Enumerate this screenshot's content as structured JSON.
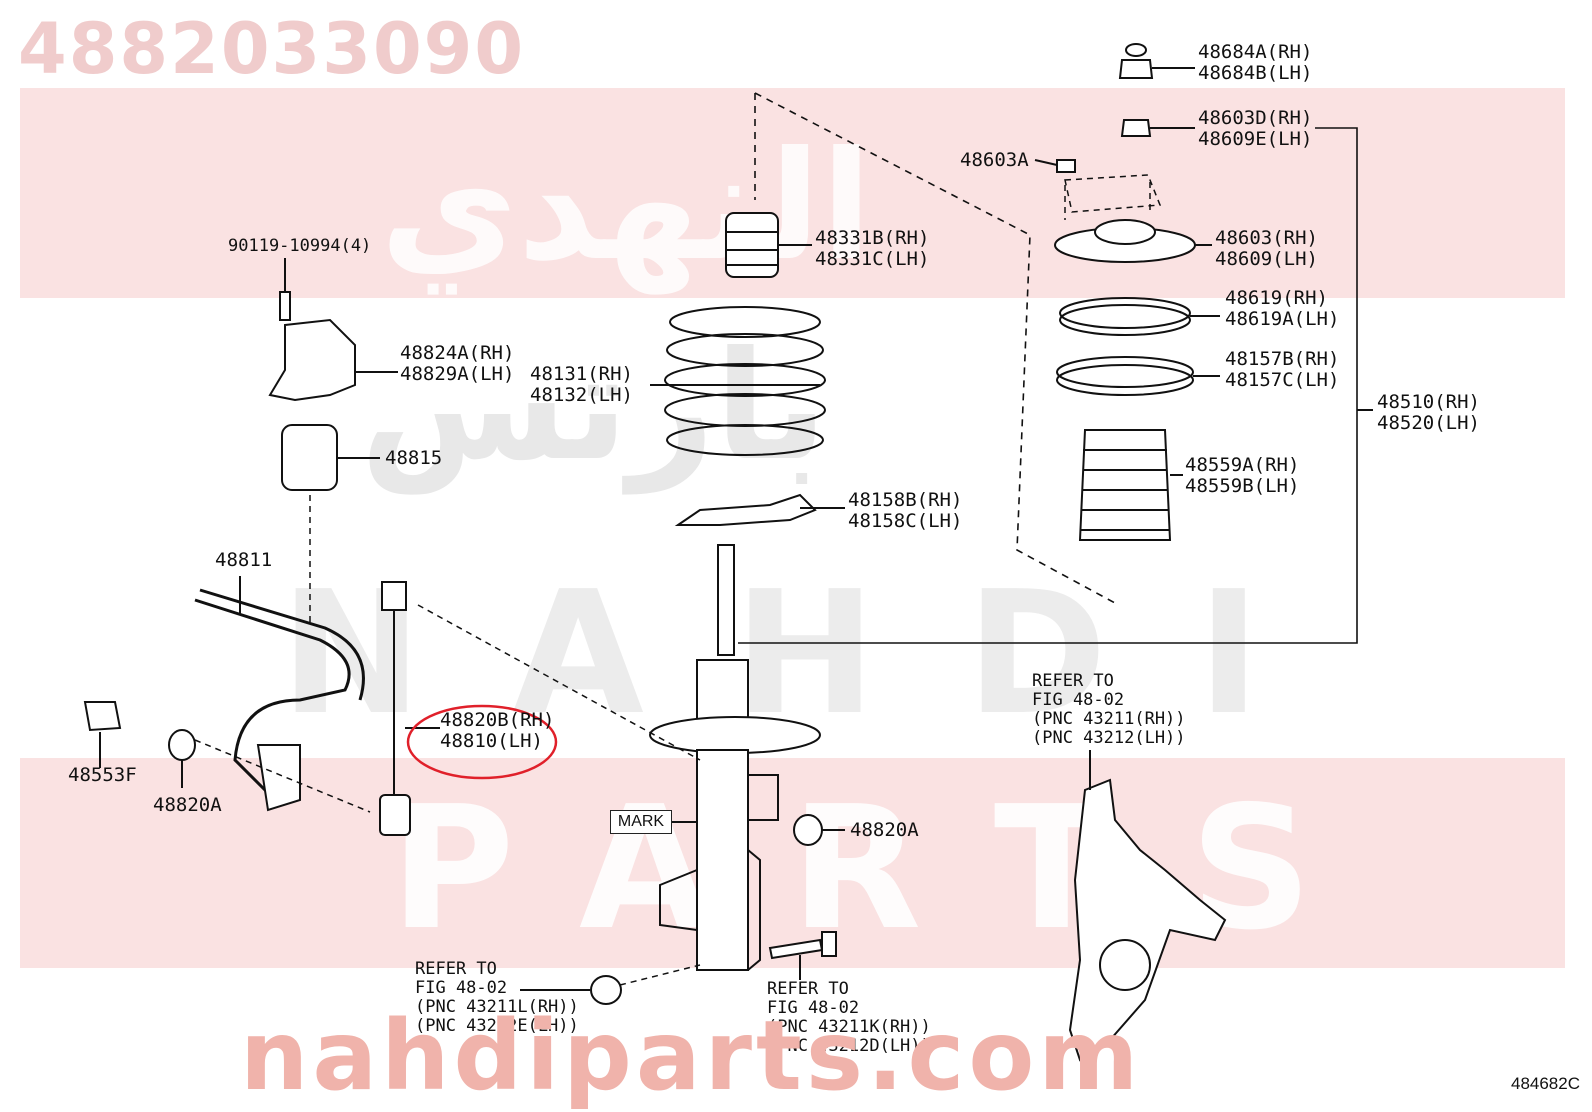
{
  "watermark": {
    "part_number": "4882033090",
    "arabic_line1": "النهدي",
    "arabic_line2": "بارتس",
    "latin_line1": "NAHDI",
    "latin_line2": "PARTS",
    "site": "nahdiparts.com"
  },
  "figure_id": "484682C",
  "mark_label": "MARK",
  "labels": {
    "bolt_90119": "90119-10994(4)",
    "bracket_48824": "48824A(RH)\n48829A(LH)",
    "bushing_48815": "48815",
    "stabilizer_48811": "48811",
    "nut_48553f": "48553F",
    "nut_48820a_left": "48820A",
    "link_48820b": "48820B(RH)\n48810(LH)",
    "bumper_48331": "48331B(RH)\n48331C(LH)",
    "spring_48131": "48131(RH)\n48132(LH)",
    "seat_48158": "48158B(RH)\n48158C(LH)",
    "cap_48684": "48684A(RH)\n48684B(LH)",
    "nut_48603d": "48603D(RH)\n48609E(LH)",
    "nut_48603a": "48603A",
    "support_48603": "48603(RH)\n48609(LH)",
    "bearing_48619": "48619(RH)\n48619A(LH)",
    "seat_48157": "48157B(RH)\n48157C(LH)",
    "boot_48559": "48559A(RH)\n48559B(LH)",
    "strut_48510": "48510(RH)\n48520(LH)",
    "nut_48820a_right": "48820A",
    "refer_knuckle": "REFER TO\nFIG 48-02\n(PNC 43211(RH))\n(PNC 43212(LH))",
    "refer_nut": "REFER TO\nFIG 48-02\n(PNC 43211L(RH))\n(PNC 43212E(LH))",
    "refer_bolt": "REFER TO\nFIG 48-02\n(PNC 43211K(RH))\n(PNC 43212D(LH))"
  },
  "highlight_color": "#e0202a"
}
